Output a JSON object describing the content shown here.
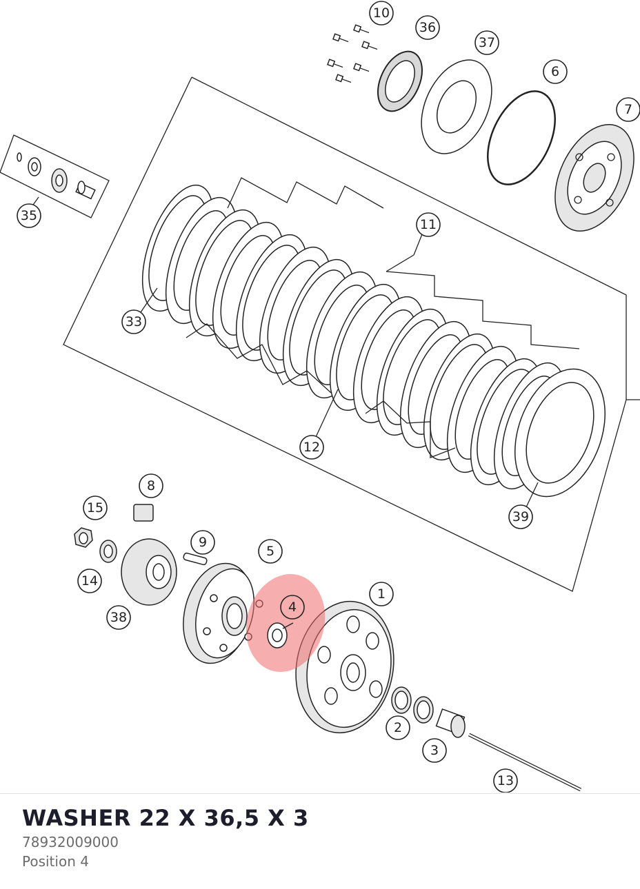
{
  "diagram": {
    "callouts": [
      "10",
      "36",
      "37",
      "6",
      "7",
      "35",
      "11",
      "33",
      "12",
      "39",
      "8",
      "15",
      "9",
      "5",
      "14",
      "38",
      "4",
      "1",
      "2",
      "3",
      "13"
    ],
    "highlight_color": "#f06b6b",
    "highlighted_callout": "4"
  },
  "part": {
    "title": "WASHER 22 X 36,5 X 3",
    "number": "78932009000",
    "position": "Position 4"
  }
}
